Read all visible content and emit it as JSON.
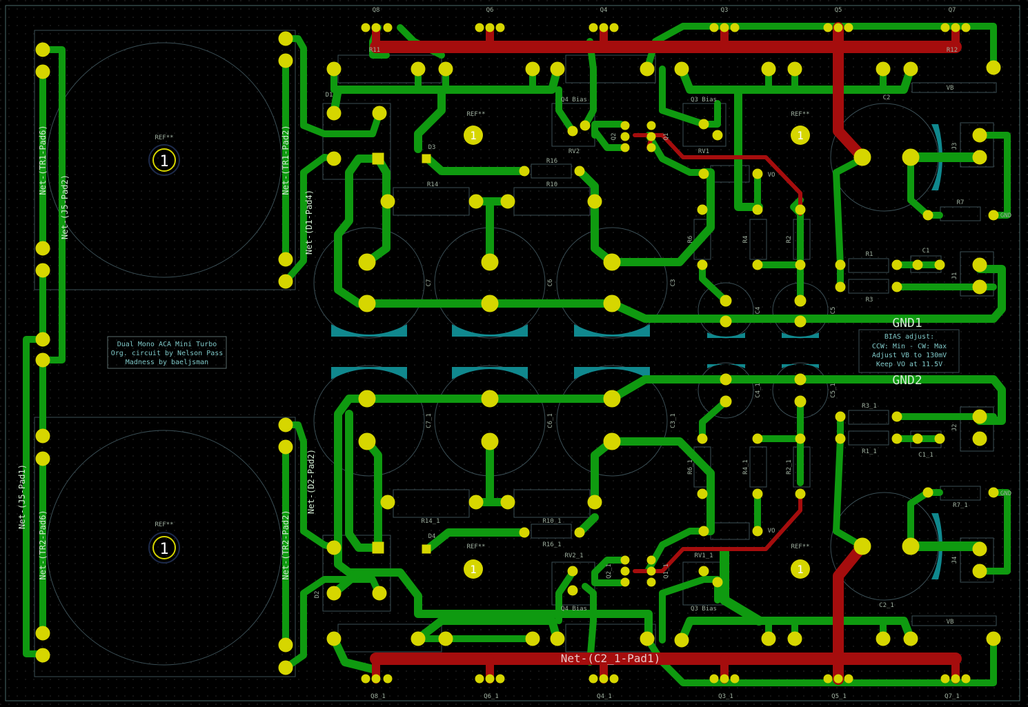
{
  "colors": {
    "background": "#000000",
    "grid": "#2a2a2a",
    "trace_front": "#0f9a10",
    "trace_back": "#a50d0d",
    "pad": "#d6d600",
    "pad_hole": "#3a3a00",
    "silk": "#8a9a8a",
    "silk_text": "#9fb0a0",
    "net_text": "#cfe8cf",
    "cap_fill": "#10888e"
  },
  "board_labels": {
    "title_line1": "Dual Mono ACA Mini Turbo",
    "title_line2": "Org. circuit by Nelson Pass",
    "title_line3": "Madness by baeljsman",
    "bias_line1": "BIAS adjust:",
    "bias_line2": "CCW: Min - CW: Max",
    "bias_line3": "Adjust VB to 130mV",
    "bias_line4": "Keep VO at 11.5V",
    "gnd1": "GND1",
    "gnd2": "GND2",
    "net_c2_1_pad1": "Net-(C2_1-Pad1)"
  },
  "net_labels": {
    "tr1_pad6": "Net-(TR1-Pad6)",
    "j5_pad2": "Net-(J5-Pad2)",
    "tr1_pad2": "Net-(TR1-Pad2)",
    "d1_pad4": "Net-(D1-Pad4)",
    "j5_pad1": "Net-(J5-Pad1)",
    "tr2_pad6": "Net-(TR2-Pad6)",
    "tr2_pad2": "Net-(TR2-Pad2)",
    "d2_pad2": "Net-(D2-Pad2)"
  },
  "refs": {
    "q8": "Q8",
    "q6": "Q6",
    "q4": "Q4",
    "q3": "Q3",
    "q5": "Q5",
    "q7": "Q7",
    "q8_1": "Q8_1",
    "q6_1": "Q6_1",
    "q4_1": "Q4_1",
    "q3_1": "Q3_1",
    "q5_1": "Q5_1",
    "q7_1": "Q7_1",
    "d1": "D1",
    "d2": "D2",
    "d3": "D3",
    "d4": "D4",
    "r14": "R14",
    "r10": "R10",
    "r16": "R16",
    "r14_1": "R14_1",
    "r10_1": "R10_1",
    "r16_1": "R16_1",
    "c7": "C7",
    "c6": "C6",
    "c3": "C3",
    "c7_1": "C7_1",
    "c6_1": "C6_1",
    "c3_1": "C3_1",
    "c4": "C4",
    "c5": "C5",
    "c4_1": "C4_1",
    "c5_1": "C5_1",
    "c1": "C1",
    "c1_1": "C1_1",
    "c2": "C2",
    "c2_1": "C2_1",
    "r1": "R1",
    "r3": "R3",
    "r7": "R7",
    "r1_1": "R1_1",
    "r3_1": "R3_1",
    "r7_1": "R7_1",
    "r2": "R2",
    "r4": "R4",
    "r6": "R6",
    "r2_1": "R2_1",
    "r4_1": "R4_1",
    "r6_1": "R6_1",
    "rv1": "RV1",
    "rv2": "RV2",
    "rv1_1": "RV1_1",
    "rv2_1": "RV2_1",
    "q4_bias": "Q4 Bias",
    "q3_bias": "Q3 Bias",
    "q4_bias_1": "Q4 Bias",
    "q3_bias_1": "Q3 Bias",
    "q2": "Q2",
    "q1": "Q1",
    "q2_1": "Q2_1",
    "q1_1": "Q1_1",
    "j1": "J1",
    "j2": "J2",
    "j3": "J3",
    "j4": "J4",
    "ref": "REF**",
    "mount_num": "1",
    "vb": "VB",
    "vo": "VO",
    "gnd": "GND",
    "r11": "R11",
    "r12": "R12"
  }
}
